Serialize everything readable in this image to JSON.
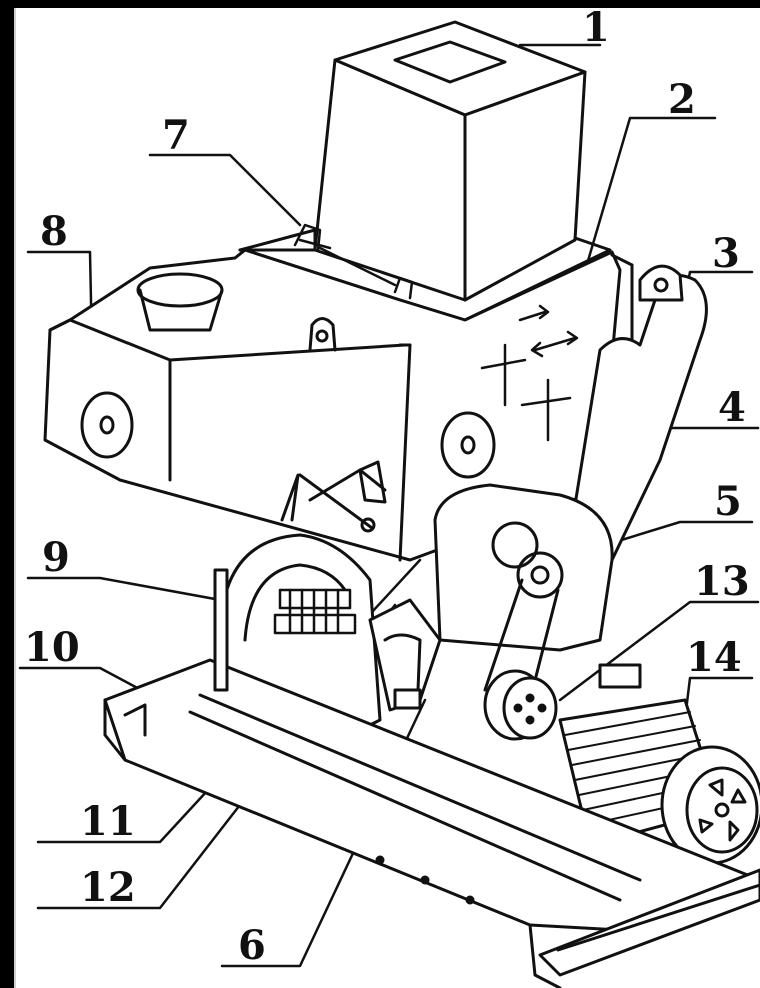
{
  "figure": {
    "background": "#000000",
    "line_color": "#111111",
    "labels": [
      "1",
      "2",
      "3",
      "4",
      "5",
      "6",
      "7",
      "8",
      "9",
      "10",
      "11",
      "12",
      "13",
      "14"
    ]
  }
}
